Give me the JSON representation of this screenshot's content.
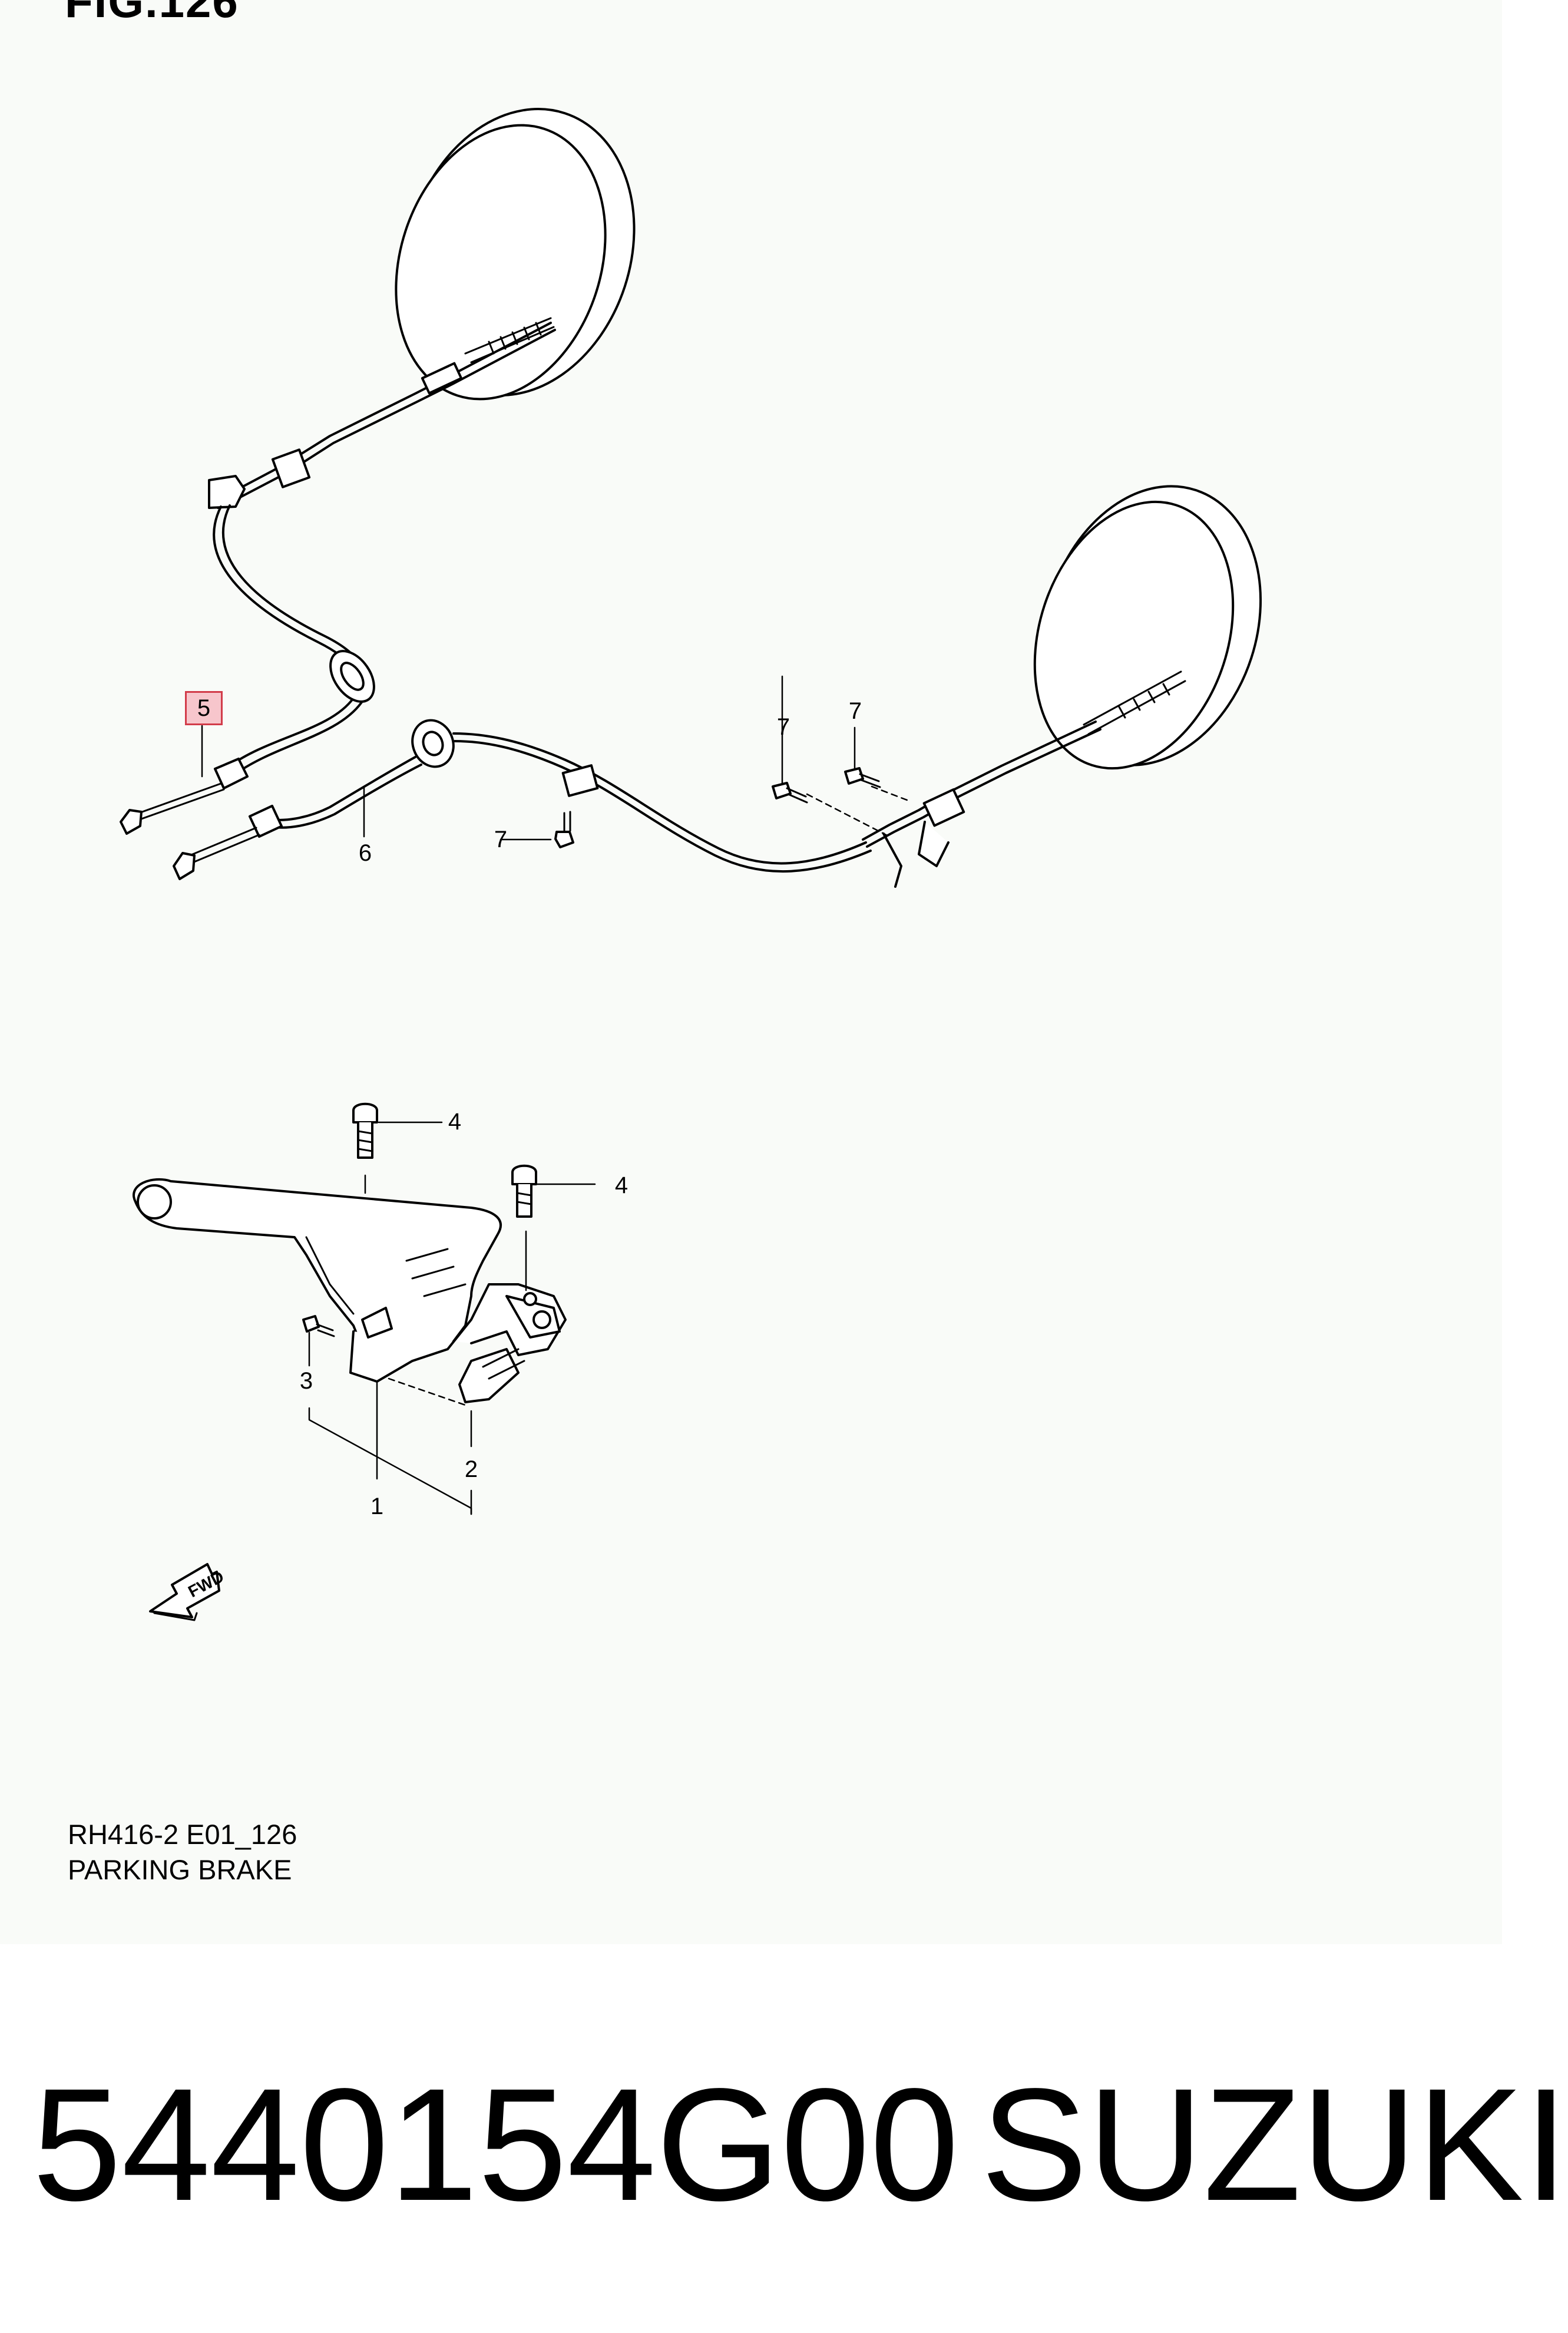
{
  "figure": {
    "title": "FIG.126",
    "code": "RH416-2 E01_126",
    "name": "PARKING BRAKE"
  },
  "callouts": {
    "c1": "1",
    "c2": "2",
    "c3": "3",
    "c4a": "4",
    "c4b": "4",
    "c5": "5",
    "c6": "6",
    "c7a": "7",
    "c7b": "7",
    "c7c": "7"
  },
  "fwd_label": "FWD",
  "product": {
    "part_number": "5440154G00",
    "brand": "SUZUKI"
  },
  "colors": {
    "panel_bg": "#f9fbf8",
    "highlight_fill": "#f7c6cc",
    "highlight_border": "#d23c4a"
  }
}
